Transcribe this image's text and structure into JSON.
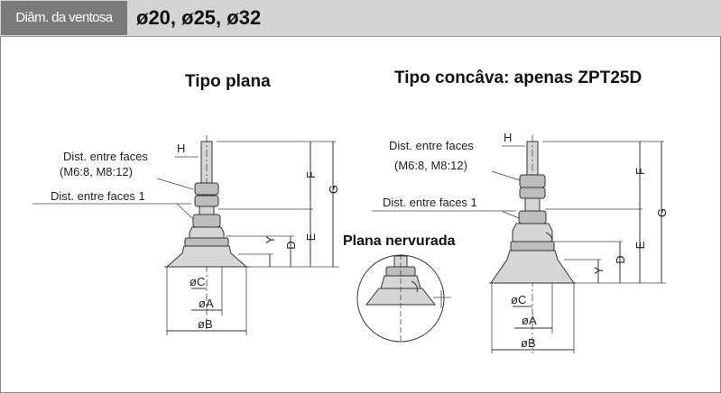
{
  "header": {
    "label": "Diâm. da ventosa",
    "value": "ø20, ø25, ø32"
  },
  "left_diagram": {
    "title": "Tipo plana",
    "labels": {
      "hex_flats": "Dist. entre faces",
      "hex_flats_sizes": "(M6:8, M8:12)",
      "hex_flats_1": "Dist. entre faces 1",
      "H": "H",
      "F": "F",
      "G": "G",
      "E": "E",
      "D": "D",
      "Y": "Y",
      "C": "øC",
      "A": "øA",
      "B": "øB"
    }
  },
  "right_diagram": {
    "title": "Tipo concâva: apenas ZPT25D",
    "labels": {
      "hex_flats": "Dist. entre faces",
      "hex_flats_sizes": "(M6:8, M8:12)",
      "hex_flats_1": "Dist. entre faces 1",
      "H": "H",
      "F": "F",
      "G": "G",
      "E": "E",
      "D": "D",
      "Y": "Y",
      "C": "øC",
      "A": "øA",
      "B": "øB"
    }
  },
  "inset": {
    "title": "Plana nervurada"
  }
}
